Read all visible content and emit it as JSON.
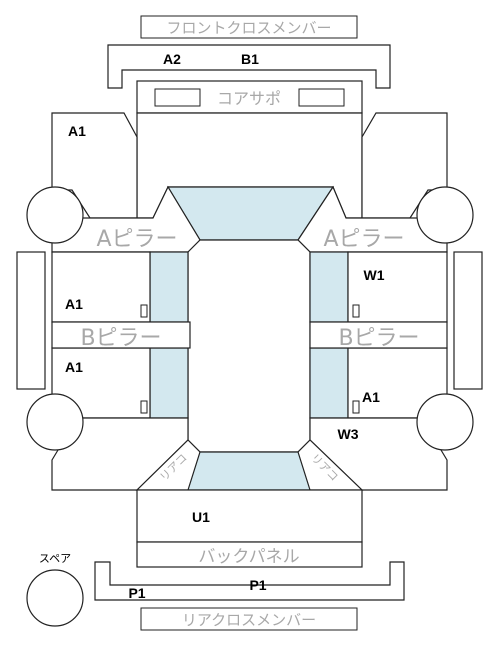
{
  "parts": {
    "front_cross_member": "フロントクロスメンバー",
    "core_support": "コアサポ",
    "a_pillar": "Aピラー",
    "b_pillar": "Bピラー",
    "back_panel": "バックパネル",
    "rear_cross_member": "リアクロスメンバー",
    "spare": "スペア",
    "rear_corner_left": "リアコ",
    "rear_corner_right": "リアコ"
  },
  "codes": {
    "front_cross_a2": "A2",
    "front_cross_b1": "B1",
    "front_left_fender": "A1",
    "front_left_door": "A1",
    "rear_left_door": "A1",
    "front_right_door": "W1",
    "rear_right_door": "A1",
    "rear_right_quarter": "W3",
    "trunk": "U1",
    "rear_cross_left": "P1",
    "rear_cross_right": "P1"
  },
  "colors": {
    "glass": "#d3e8ef",
    "outline": "#222222",
    "grey_label": "#a8a8a8"
  }
}
